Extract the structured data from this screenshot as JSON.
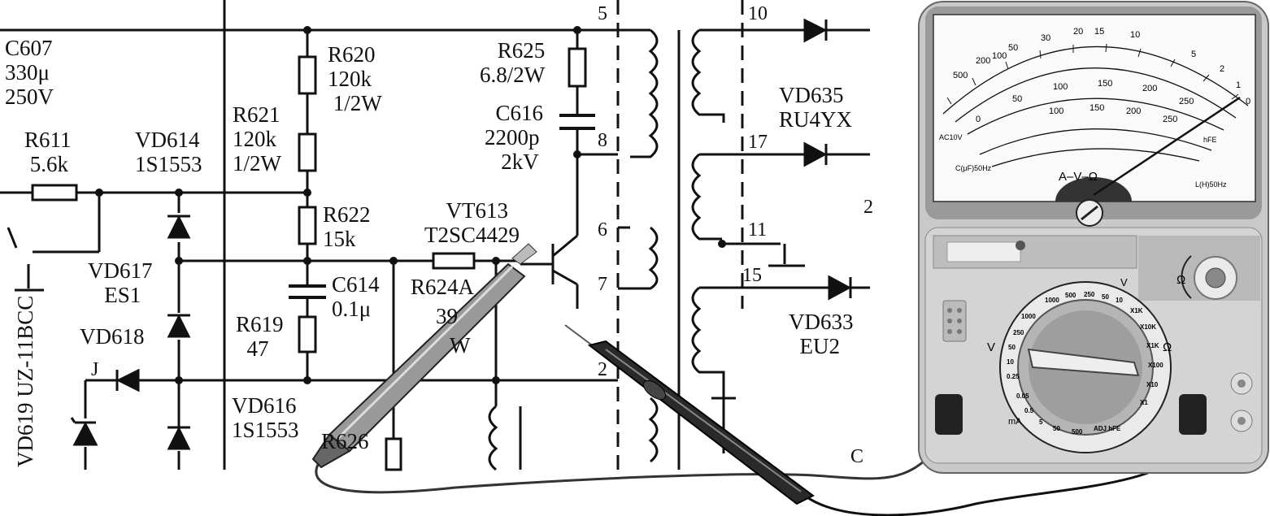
{
  "schematic": {
    "labels": {
      "c607": "C607\n330μ\n250V",
      "r611": "R611\n 5.6k",
      "vd614": "VD614\n1S1553",
      "r620": "R620\n120k\n 1/2W",
      "r621": "R621\n120k\n1/2W",
      "r622": "R622\n15k",
      "c614": "C614\n0.1μ",
      "r619": "R619\n  47",
      "vd617": "VD617\n   ES1",
      "vd618": "VD618",
      "j": "J",
      "vd616": "VD616\n1S1553",
      "r626": "R626",
      "r625": "R625\n6.8/2W",
      "c616": "  C616\n2200p\n   2kV",
      "vt613": "    VT613\nT2SC4429",
      "r624a": "R624A",
      "r624a_value": "39",
      "r624a_extra": "W",
      "pin5": "5",
      "pin8": "8",
      "pin6": "6",
      "pin7": "7",
      "pin2": "2",
      "pin10": "10",
      "pin17": "17",
      "pin11": "11",
      "pin15": "15",
      "vd635": "VD635\nRU4YX",
      "vd633": "VD633\n  EU2",
      "edge_2": "2",
      "edge_c": "C",
      "vd619": "VD619\nUZ-11BCC"
    }
  },
  "multimeter": {
    "scale_labels": {
      "ac10v": "AC10V",
      "cuf": "C(μF)50Hz",
      "lh": "L(H)50Hz",
      "hfe": "hFE",
      "avo": "A–V–Ω",
      "ohm_arc_top": [
        "500",
        "200",
        "100",
        "50",
        "30",
        "20",
        "15",
        "10",
        "5",
        "2",
        "1",
        "0"
      ],
      "dc_arc": [
        "0",
        "50",
        "100",
        "150",
        "200",
        "250"
      ],
      "lower_arc": [
        "100",
        "150",
        "200",
        "250"
      ],
      "omega_button": "Ω"
    },
    "dial": {
      "v_ranges": [
        "1000",
        "500",
        "250",
        "50",
        "10"
      ],
      "v_left_ranges": [
        "1000",
        "250",
        "50",
        "10",
        "0.25"
      ],
      "ohm_ranges": [
        "X1K",
        "X10K",
        "X1K",
        "X100",
        "X10",
        "X1"
      ],
      "ma_ranges": [
        "0.05",
        "0.5",
        "5",
        "50",
        "500"
      ],
      "adj": "ADJ hFE",
      "v_label": "V",
      "v_left_label": "V",
      "omega_label": "Ω",
      "ma_label": "mA"
    }
  }
}
